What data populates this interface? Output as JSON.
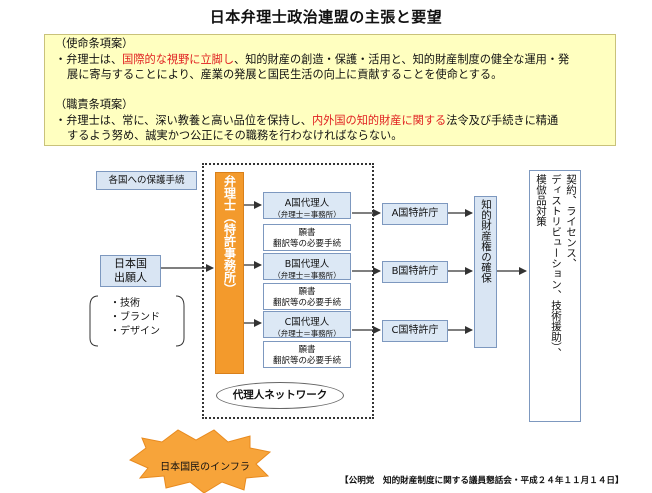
{
  "title": "日本弁理士政治連盟の主張と要望",
  "mission": {
    "heading": "（使命条項案）",
    "line1_pre": "・弁理士は、",
    "line1_red": "国際的な視野に立脚し",
    "line1_post": "、知的財産の創造・保護・活用と、知的財産制度の健全な運用・発",
    "line2": "展に寄与することにより、産業の発展と国民生活の向上に貢献することを使命とする。"
  },
  "duty": {
    "heading": "（職責条項案）",
    "line1_pre": "・弁理士は、常に、深い教養と高い品位を保持し、",
    "line1_red": "内外国の知的財産に関する",
    "line1_post": "法令及び手続きに精通",
    "line2": "するよう努め、誠実かつ公正にその職務を行わなければならない。"
  },
  "diagram": {
    "protection_procedure": "各国への保護手続",
    "applicant": [
      "日本国",
      "出願人"
    ],
    "assets": [
      "・技術",
      "・ブランド",
      "・デザイン"
    ],
    "patent_firm": "弁理士（特許事務所）",
    "agents": [
      {
        "name": "A国代理人",
        "sub": "（弁理士＝事務所）",
        "doc1": "願書",
        "doc2": "翻訳等の必要手続",
        "office": "A国特許庁"
      },
      {
        "name": "B国代理人",
        "sub": "（弁理士＝事務所）",
        "doc1": "願書",
        "doc2": "翻訳等の必要手続",
        "office": "B国特許庁"
      },
      {
        "name": "C国代理人",
        "sub": "（弁理士＝事務所）",
        "doc1": "願書",
        "doc2": "翻訳等の必要手続",
        "office": "C国特許庁"
      }
    ],
    "agent_network": "代理人ネットワーク",
    "ip_rights": "知的財産権の確保",
    "contract_col1": "契約、ライセンス、",
    "contract_col2": "ディストリビューション、技術援助）、",
    "contract_col3": "模倣品対策",
    "infrastructure": "日本国民のインフラ"
  },
  "footer": "【公明党　知的財産制度に関する議員懇話会・平成２４年１１月１４日】",
  "colors": {
    "accent_orange": "#f39a2c",
    "box_blue": "#d9e5f3",
    "red_text": "#e02020",
    "yellow_bg": "#ffffc0"
  }
}
